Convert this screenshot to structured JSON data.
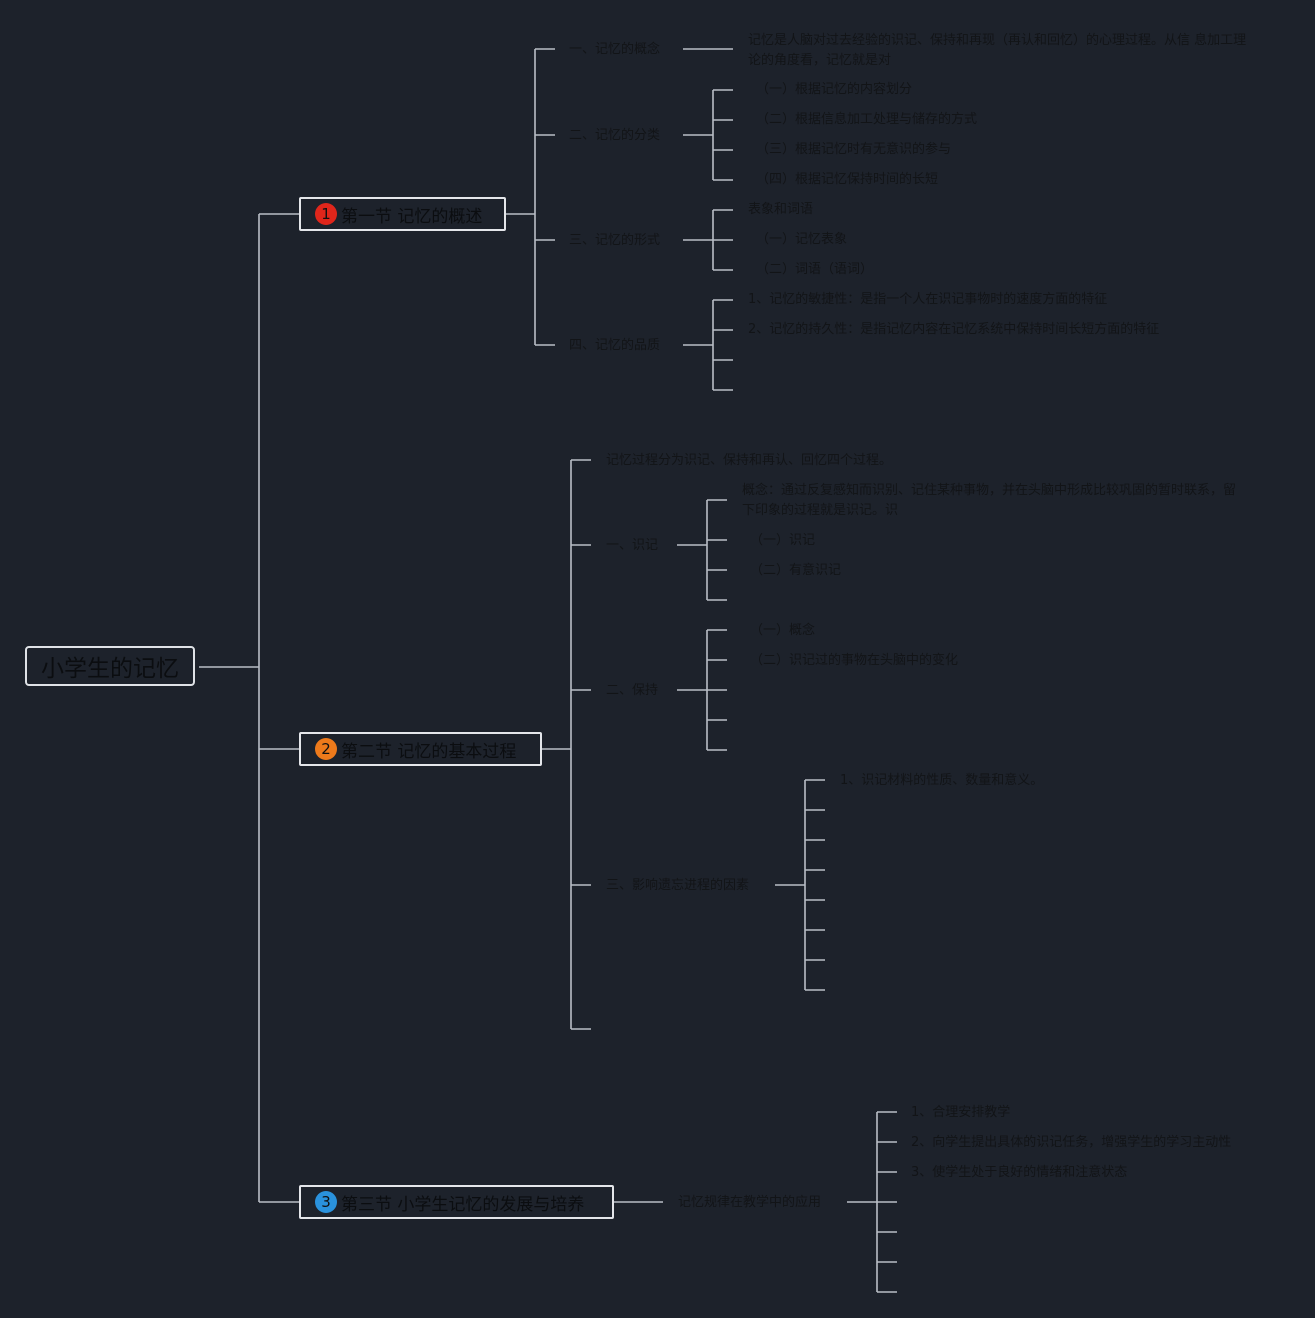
{
  "root": {
    "label": "小学生的记忆"
  },
  "sections": [
    {
      "label": "第一节 记忆的概述",
      "badge": "1",
      "badge_color": "#e0261b"
    },
    {
      "label": "第二节 记忆的基本过程",
      "badge": "2",
      "badge_color": "#ee7a1b"
    },
    {
      "label": "第三节 小学生记忆的发展与培养",
      "badge": "3",
      "badge_color": "#2a92dd"
    }
  ],
  "s1": {
    "concept": {
      "label": "一、记忆的概念",
      "detail": "记忆是人脑对过去经验的识记、保持和再现（再认和回忆）的心理过程。从信 息加工理论的角度看，记忆就是对"
    },
    "classify": {
      "label": "二、记忆的分类",
      "items": [
        "（一）根据记忆的内容划分",
        "（二）根据信息加工处理与储存的方式",
        "（三）根据记忆时有无意识的参与",
        "（四）根据记忆保持时间的长短"
      ]
    },
    "forms": {
      "label": "三、记忆的形式",
      "items": [
        "表象和词语",
        "（一）记忆表象",
        "（二）词语（语词）"
      ]
    },
    "quality": {
      "label": "四、记忆的品质",
      "items": [
        "1、记忆的敏捷性：是指一个人在识记事物时的速度方面的特征",
        "2、记忆的持久性：是指记忆内容在记忆系统中保持时间长短方面的特征"
      ]
    }
  },
  "s2": {
    "intro": "记忆过程分为识记、保持和再认、回忆四个过程。",
    "memorize": {
      "label": "一、识记",
      "items": [
        "概念：通过反复感知而识别、记住某种事物，并在头脑中形成比较巩固的暂时联系，留下印象的过程就是识记。识",
        "（一）识记",
        "（二）有意识记"
      ]
    },
    "retain": {
      "label": "二、保持",
      "items": [
        "（一）概念",
        "（二）识记过的事物在头脑中的变化"
      ]
    },
    "factors": {
      "label": "三、影响遗忘进程的因素",
      "items": [
        "1、识记材料的性质、数量和意义。"
      ]
    }
  },
  "s3": {
    "apply": {
      "label": "记忆规律在教学中的应用",
      "items": [
        "1、合理安排教学",
        "2、向学生提出具体的识记任务，增强学生的学习主动性",
        "3、使学生处于良好的情绪和注意状态"
      ]
    }
  }
}
